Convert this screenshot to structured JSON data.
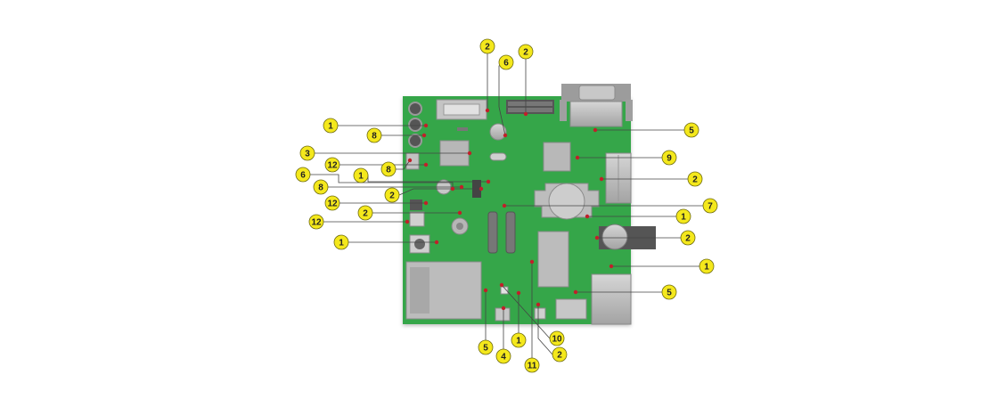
{
  "colors": {
    "board": "#34a64a",
    "board_edge": "#2b8d3d",
    "component": "#b9b9b9",
    "component_dark": "#8f8f8f",
    "dot": "#c0202a",
    "leader": "#444444",
    "badge_fill": "#f4e81c",
    "badge_stroke": "#6d6a10"
  },
  "callouts": [
    {
      "number": "2"
    },
    {
      "number": "6"
    },
    {
      "number": "2"
    },
    {
      "number": "1"
    },
    {
      "number": "8"
    },
    {
      "number": "3"
    },
    {
      "number": "12"
    },
    {
      "number": "8"
    },
    {
      "number": "6"
    },
    {
      "number": "1"
    },
    {
      "number": "8"
    },
    {
      "number": "2"
    },
    {
      "number": "12"
    },
    {
      "number": "2"
    },
    {
      "number": "12"
    },
    {
      "number": "1"
    },
    {
      "number": "5"
    },
    {
      "number": "9"
    },
    {
      "number": "2"
    },
    {
      "number": "7"
    },
    {
      "number": "1"
    },
    {
      "number": "2"
    },
    {
      "number": "1"
    },
    {
      "number": "5"
    },
    {
      "number": "5"
    },
    {
      "number": "4"
    },
    {
      "number": "1"
    },
    {
      "number": "11"
    },
    {
      "number": "10"
    },
    {
      "number": "2"
    }
  ]
}
